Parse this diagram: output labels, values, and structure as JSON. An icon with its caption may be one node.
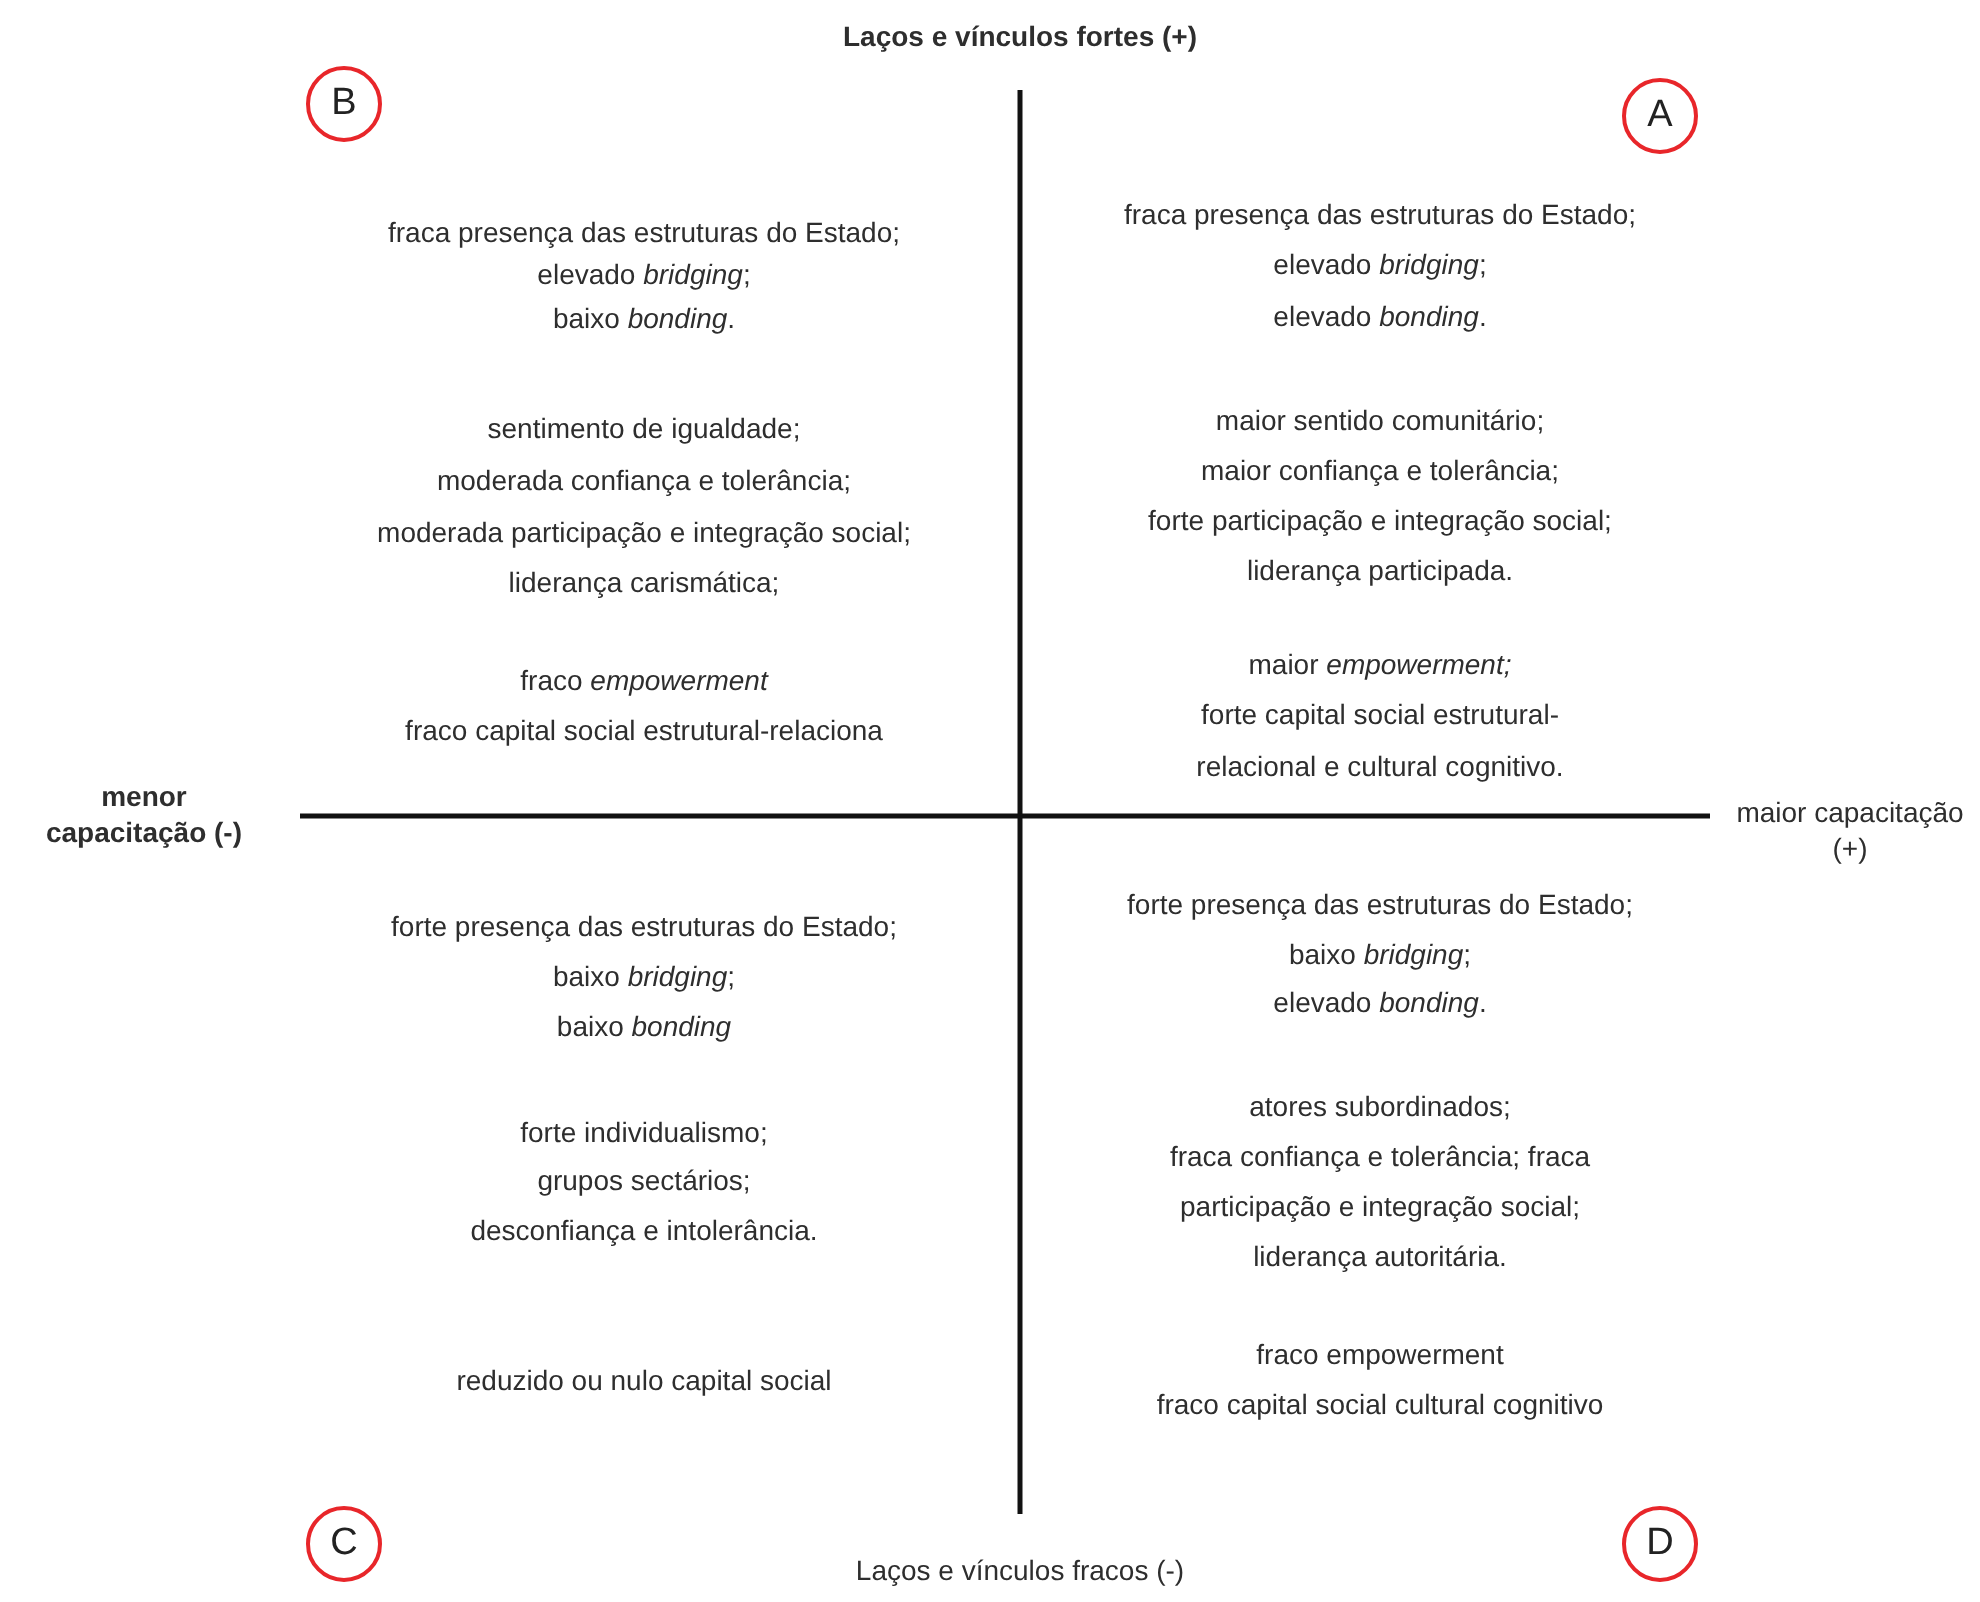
{
  "diagram": {
    "nodes": [
      {
        "text": [
          "B"
        ]
      },
      {
        "text": [
          "A"
        ]
      },
      {
        "text": [
          "C"
        ]
      },
      {
        "text": [
          "D"
        ]
      }
    ],
    "labels": [
      "Laços e vínculos fortes (+)",
      "fraca presença das estruturas do Estado;",
      "elevado *bridging*;",
      "baixo *bonding*.",
      "sentimento de igualdade;",
      "moderada confiança e tolerância;",
      "moderada participação e integração social;",
      "liderança carismática;",
      "fraco *empowerment*",
      "fraco capital social estrutural-relaciona",
      "fraca presença das estruturas do Estado;",
      "elevado *bridging*;",
      "elevado *bonding*.",
      "maior sentido comunitário;",
      "maior confiança e tolerância;",
      "forte participação e integração social;",
      "liderança participada.",
      "maior *empowerment;*",
      "forte capital social estrutural-",
      "relacional e cultural cognitivo.",
      "menor capacitação (-)",
      "maior capacitação (+)",
      "forte presença das estruturas do Estado;",
      "baixo *bridging*;",
      "baixo *bonding*",
      "forte individualismo;",
      "grupos sectários;",
      "desconfiança e intolerância.",
      "reduzido ou nulo capital social",
      "forte presença das estruturas do Estado;",
      "baixo *bridging*;",
      "elevado *bonding*.",
      "atores subordinados;",
      "fraca confiança e tolerância; fraca",
      "participação e integração social;",
      "liderança autoritária.",
      "fraco empowerment",
      "fraco capital social cultural cognitivo",
      "Laços e vínculos fracos (-)"
    ]
  }
}
